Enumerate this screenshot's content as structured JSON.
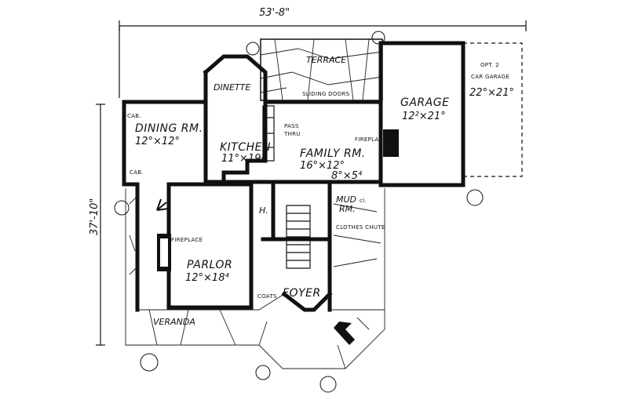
{
  "dimensions": {
    "width": "53'-8\"",
    "depth": "37'-10\""
  },
  "rooms": {
    "terrace": "TERRACE",
    "dinette": "DINETTE",
    "sliding_doors": "SLIDING DOORS",
    "garage": {
      "name": "GARAGE",
      "size": "12²×21°"
    },
    "opt_garage": {
      "line1": "OPT. 2",
      "line2": "CAR GARAGE",
      "size": "22°×21°"
    },
    "dining": {
      "name": "DINING RM.",
      "size": "12°×12°"
    },
    "kitchen": {
      "name": "KITCHEN",
      "size": "11°×19²"
    },
    "pass_thru": {
      "line1": "PASS",
      "line2": "THRU"
    },
    "family": {
      "name": "FAMILY RM.",
      "size": "16°×12°"
    },
    "fireplace_family": "FIREPLACE",
    "mud": {
      "size": "8°×5⁴",
      "name1": "MUD",
      "name2": "RM."
    },
    "hall": "H.",
    "cl": "cl.",
    "clothes_chute": "CLOTHES CHUTE",
    "cab_top": "CAB.",
    "cab_bottom": "CAB.",
    "fireplace_parlor": "FIREPLACE",
    "parlor": {
      "name": "PARLOR",
      "size": "12°×18⁴"
    },
    "foyer": "FOYER",
    "coats": "COATS",
    "veranda": "VERANDA"
  }
}
